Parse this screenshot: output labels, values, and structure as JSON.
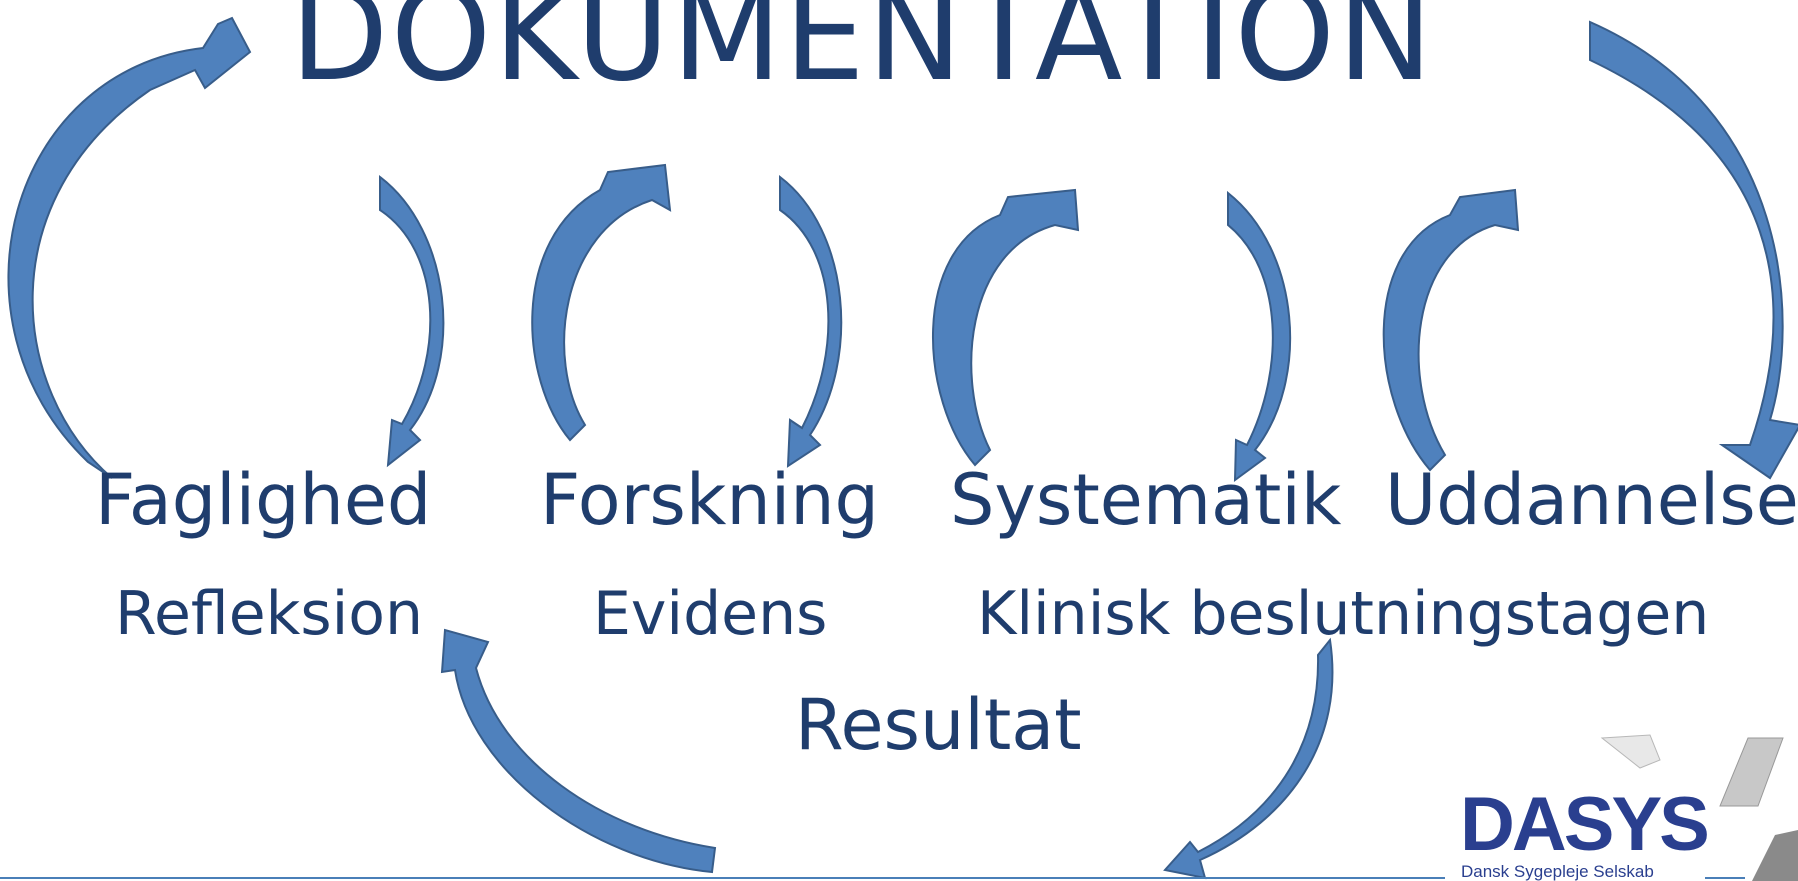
{
  "title": "DOKUMENTATION",
  "labels": {
    "faglighed": "Faglighed",
    "forskning": "Forskning",
    "systematik": "Systematik",
    "uddannelse": "Uddannelse",
    "refleksion": "Refleksion",
    "evidens": "Evidens",
    "klinisk": "Klinisk beslutningstagen",
    "resultat": "Resultat"
  },
  "logo": {
    "name": "DASYS",
    "subtitle": "Dansk Sygepleje Selskab"
  },
  "colors": {
    "text": "#1f3d6d",
    "arrow_fill": "#4f81bd",
    "arrow_stroke": "#385d8a",
    "logo": "#2a3f8f"
  }
}
